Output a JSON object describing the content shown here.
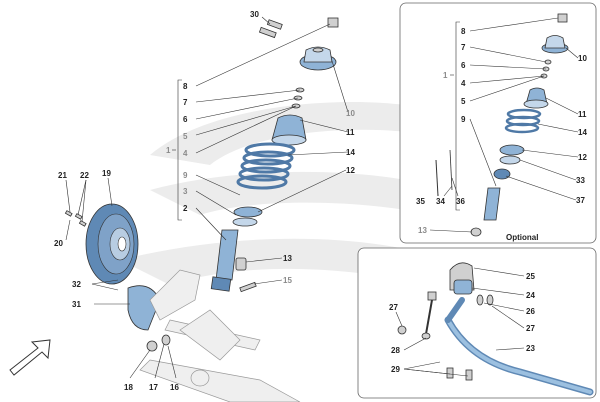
{
  "main_labels": {
    "n30": "30",
    "n8": "8",
    "n7": "7",
    "n6": "6",
    "n5": "5",
    "n4": "4",
    "n9": "9",
    "n3": "3",
    "n2": "2",
    "n1": "1",
    "n10": "10",
    "n11": "11",
    "n14": "14",
    "n12": "12",
    "n13": "13",
    "n15": "15",
    "n21": "21",
    "n22": "22",
    "n19": "19",
    "n20": "20",
    "n32": "32",
    "n31": "31",
    "n18": "18",
    "n17": "17",
    "n16": "16"
  },
  "optional_box": {
    "caption": "Optional",
    "labels": {
      "n8": "8",
      "n7": "7",
      "n6": "6",
      "n4": "4",
      "n5": "5",
      "n1": "1",
      "n9": "9",
      "n10": "10",
      "n11": "11",
      "n14": "14",
      "n12": "12",
      "n33": "33",
      "n37": "37",
      "n35": "35",
      "n34": "34",
      "n36": "36",
      "n13": "13"
    }
  },
  "stabilizer_box": {
    "labels": {
      "n25": "25",
      "n24": "24",
      "n26": "26",
      "n27a": "27",
      "n27b": "27",
      "n28": "28",
      "n23": "23",
      "n29": "29"
    }
  },
  "colors": {
    "part_blue": "#8fb3d6",
    "part_blue_dark": "#5f89b5",
    "watermark_grey": "#e9e9e9"
  },
  "icons": {
    "direction_arrow": "front-arrow-icon",
    "watermark": "brand-watermark"
  }
}
